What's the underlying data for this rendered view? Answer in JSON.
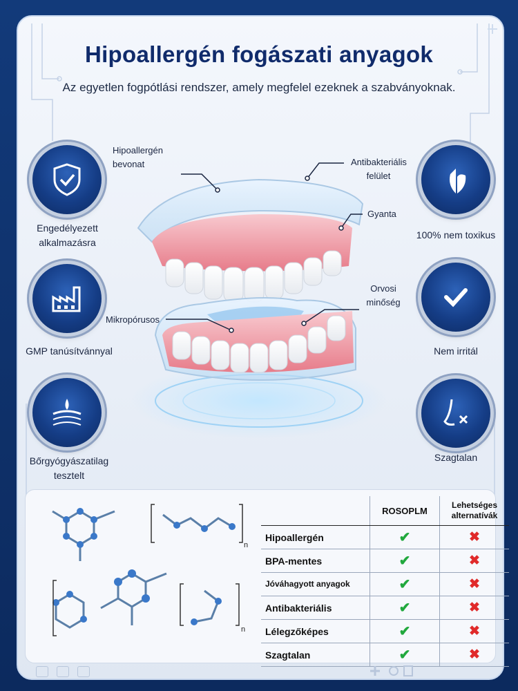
{
  "title": "Hipoallergén fogászati anyagok",
  "subtitle": "Az egyetlen fogpótlási rendszer, amely megfelel ezeknek a szabványoknak.",
  "badges_left": [
    {
      "label": "Engedélyezett alkalmazásra",
      "icon": "shield-check-icon"
    },
    {
      "label": "GMP tanúsítvánnyal",
      "icon": "factory-icon"
    },
    {
      "label": "Bőrgyógyászatilag tesztelt",
      "icon": "skin-layer-icon"
    }
  ],
  "badges_right": [
    {
      "label": "100% nem toxikus",
      "icon": "leaf-icon"
    },
    {
      "label": "Nem irritál",
      "icon": "checkmark-icon"
    },
    {
      "label": "Szagtalan",
      "icon": "nose-x-icon"
    }
  ],
  "callouts": {
    "coating": "Hipoallergén bevonat",
    "antibacterial": "Antibakteriális felület",
    "resin": "Gyanta",
    "medical": "Orvosi minőség",
    "microporous": "Mikropórusos"
  },
  "table": {
    "headers": [
      "ROSOPLM",
      "Lehetséges alternatívák"
    ],
    "rows": [
      {
        "label": "Hipoallergén",
        "ours": "✔",
        "alt": "✖"
      },
      {
        "label": "BPA-mentes",
        "ours": "✔",
        "alt": "✖"
      },
      {
        "label": "Jóváhagyott anyagok",
        "ours": "✔",
        "alt": "✖"
      },
      {
        "label": "Antibakteriális",
        "ours": "✔",
        "alt": "✖"
      },
      {
        "label": "Lélegzőképes",
        "ours": "✔",
        "alt": "✖"
      },
      {
        "label": "Szagtalan",
        "ours": "✔",
        "alt": "✖"
      }
    ]
  },
  "molecule_subscripts": [
    "n",
    "n"
  ],
  "colors": {
    "brand": "#102b6b",
    "check": "#21a83d",
    "cross": "#e02a2a",
    "badge": "#153d86"
  }
}
